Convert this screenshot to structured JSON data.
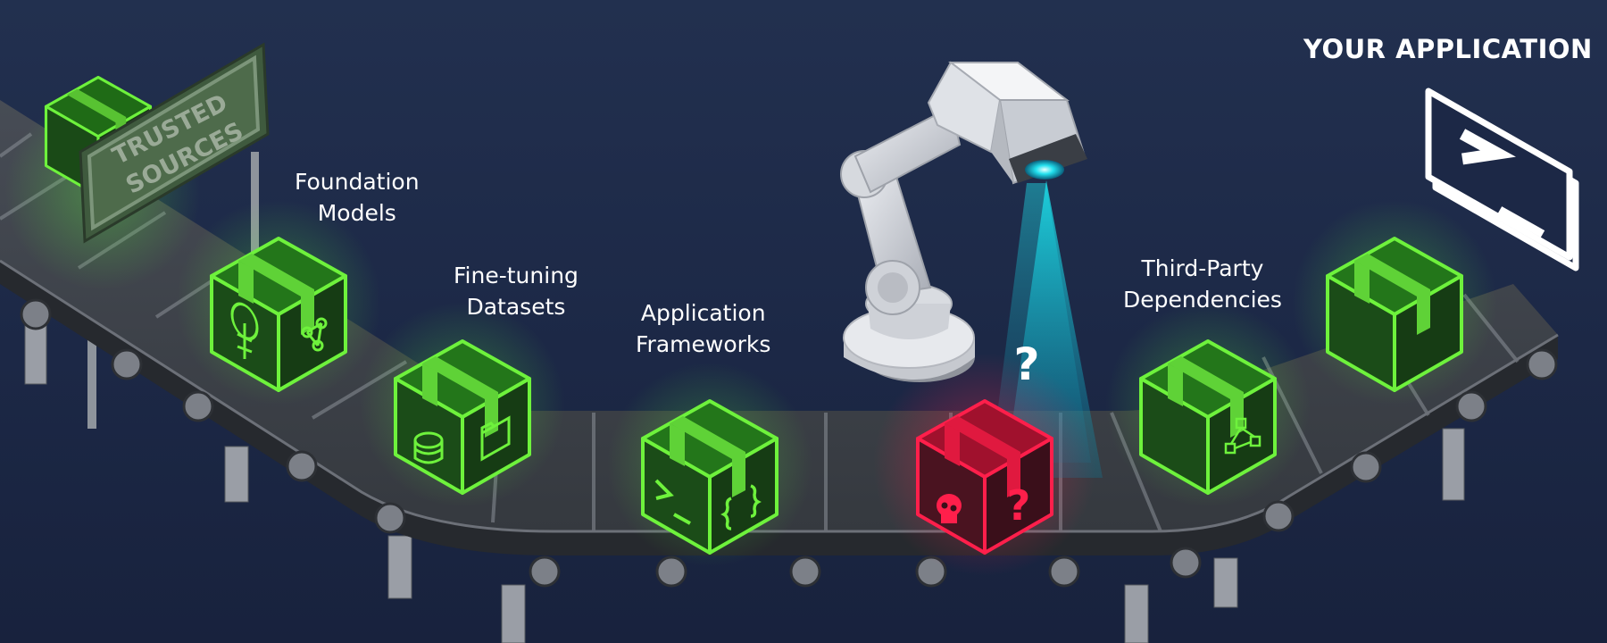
{
  "sign": {
    "line1": "TRUSTED",
    "line2": "SOURCES"
  },
  "labels": {
    "foundation_models": {
      "line1": "Foundation",
      "line2": "Models"
    },
    "fine_tuning_datasets": {
      "line1": "Fine-tuning",
      "line2": "Datasets"
    },
    "application_frameworks": {
      "line1": "Application",
      "line2": "Frameworks"
    },
    "third_party_dependencies": {
      "line1": "Third-Party",
      "line2": "Dependencies"
    }
  },
  "app_title": "YOUR APPLICATION",
  "unknown_marker": "?",
  "colors": {
    "trusted_box": "#6ef23c",
    "untrusted_box": "#ff1f4b",
    "scan_beam": "#19e3ef",
    "background": "#1c2846"
  },
  "icons": {
    "box_foundation": [
      "brain-icon",
      "graph-icon"
    ],
    "box_datasets": [
      "database-icon",
      "folder-icon"
    ],
    "box_frameworks": [
      "terminal-icon",
      "braces-icon"
    ],
    "box_unknown": [
      "skull-icon",
      "question-icon"
    ],
    "box_dependencies": [
      "cube-network-icon"
    ],
    "application": "terminal-prompt-icon"
  }
}
